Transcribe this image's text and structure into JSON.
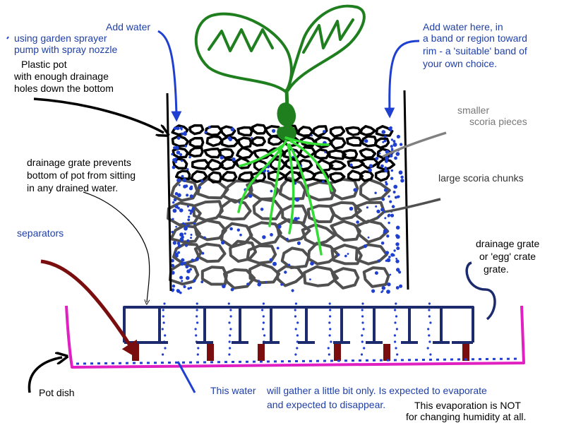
{
  "colors": {
    "pot": "#000000",
    "scoria_small": "#000000",
    "scoria_large": "#505050",
    "water": "#1f3fd0",
    "plant": "#1f7f1f",
    "roots": "#33dd33",
    "grate": "#1c2a6e",
    "separators": "#7a0d0d",
    "dish": "#e020c0",
    "arrow_blue": "#1f3fd0",
    "arrow_black": "#000000",
    "arrow_grey": "#808080",
    "arrow_darkred": "#7a0d0d"
  },
  "labels": {
    "sprayer_line1": "using garden sprayer",
    "sprayer_line2": "pump with spray nozzle",
    "add_water_left": "Add water",
    "add_water_right_line1": "Add water here, in",
    "add_water_right_line2": "a band or region toward",
    "add_water_right_line3": "rim - a 'suitable' band of",
    "add_water_right_line4": "your own choice.",
    "plastic_pot_line1": "Plastic pot",
    "plastic_pot_line2": "with enough drainage",
    "plastic_pot_line3": "holes down the bottom",
    "smaller_line1": "smaller",
    "smaller_line2": "scoria pieces",
    "large_scoria": "large scoria chunks",
    "grate_info_line1": "drainage grate prevents",
    "grate_info_line2": "bottom of pot from sitting",
    "grate_info_line3": "in any drained water.",
    "separators": "separators",
    "egg_grate_line1": "drainage grate",
    "egg_grate_line2": "or 'egg' crate",
    "egg_grate_line3": "grate.",
    "pot_dish": "Pot dish",
    "water_bottom_1": "This water",
    "water_bottom_2": "will gather a little bit only. Is expected to evaporate",
    "water_bottom_3": "and expected to disappear.",
    "evap_line1": "This evaporation is NOT",
    "evap_line2": "for changing humidity at all."
  }
}
